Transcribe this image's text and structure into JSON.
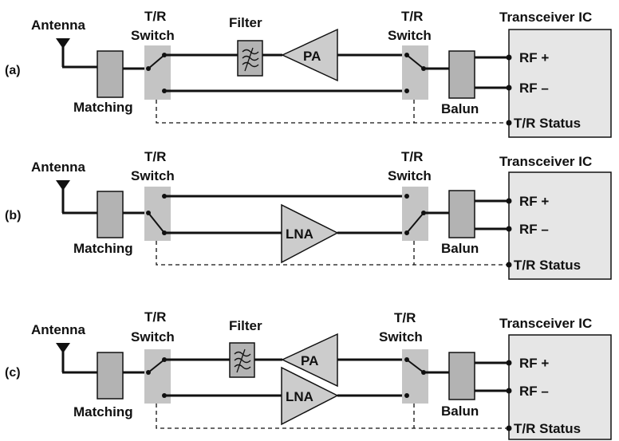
{
  "panels": [
    {
      "id": "a",
      "tag": "(a)",
      "antenna": "Antenna",
      "matching": "Matching",
      "tr_switch_left": [
        "T/R",
        "Switch"
      ],
      "filter": "Filter",
      "amplifiers": [
        "PA"
      ],
      "tr_switch_right": [
        "T/R",
        "Switch"
      ],
      "balun": "Balun",
      "ic_title": "Transceiver IC",
      "pins": {
        "rf_plus": "RF +",
        "rf_minus": "RF –",
        "tr_status": "T/R Status"
      }
    },
    {
      "id": "b",
      "tag": "(b)",
      "antenna": "Antenna",
      "matching": "Matching",
      "tr_switch_left": [
        "T/R",
        "Switch"
      ],
      "amplifiers": [
        "LNA"
      ],
      "tr_switch_right": [
        "T/R",
        "Switch"
      ],
      "balun": "Balun",
      "ic_title": "Transceiver IC",
      "pins": {
        "rf_plus": "RF +",
        "rf_minus": "RF –",
        "tr_status": "T/R Status"
      }
    },
    {
      "id": "c",
      "tag": "(c)",
      "antenna": "Antenna",
      "matching": "Matching",
      "tr_switch_left": [
        "T/R",
        "Switch"
      ],
      "filter": "Filter",
      "amplifiers": [
        "PA",
        "LNA"
      ],
      "tr_switch_right": [
        "T/R",
        "Switch"
      ],
      "balun": "Balun",
      "ic_title": "Transceiver IC",
      "pins": {
        "rf_plus": "RF +",
        "rf_minus": "RF –",
        "tr_status": "T/R Status"
      }
    }
  ],
  "colors": {
    "block_fill": "#b3b3b3",
    "switch_fill": "#c4c4c4",
    "amp_fill": "#cccccc",
    "ic_fill": "#e6e6e6",
    "line": "#111111"
  }
}
